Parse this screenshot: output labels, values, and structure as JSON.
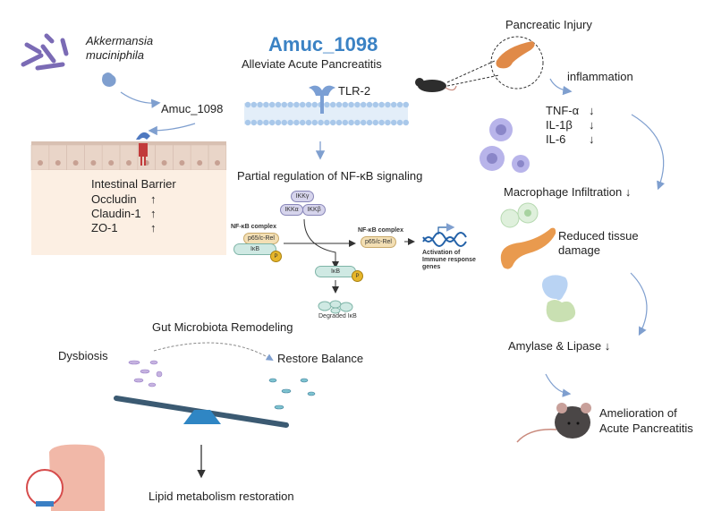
{
  "header": {
    "title": "Amuc_1098",
    "subtitle": "Alleviate Acute Pancreatitis"
  },
  "left": {
    "bacterium": "Akkermansia muciniphila",
    "bacterium_line1": "Akkermansia",
    "bacterium_line2": "muciniphila",
    "protein_label": "Amuc_1098",
    "barrier_title": "Intestinal Barrier",
    "barrier_markers": [
      {
        "name": "Occludin",
        "direction": "up"
      },
      {
        "name": "Claudin-1",
        "direction": "up"
      },
      {
        "name": "ZO-1",
        "direction": "up"
      }
    ]
  },
  "center": {
    "receptor": "TLR-2",
    "pathway_title": "Partial regulation of NF-κB signaling",
    "ikk": [
      "IKKγ",
      "IKKα",
      "IKKβ"
    ],
    "complex_label_left": "NF-κB complex",
    "complex_label_right": "NF-κB complex",
    "p65": "p65/c-Rel",
    "ikb": "IκB",
    "phospho": "P",
    "degraded": "Degraded IκB",
    "activation_line1": "Activation of",
    "activation_line2": "Immune response",
    "activation_line3": "genes"
  },
  "right": {
    "injury": "Pancreatic Injury",
    "inflammation": "inflammation",
    "cytokines": [
      {
        "name": "TNF-α",
        "direction": "down"
      },
      {
        "name": "IL-1β",
        "direction": "down"
      },
      {
        "name": "IL-6",
        "direction": "down"
      }
    ],
    "macrophage": "Macrophage Infiltration",
    "tissue_line1": "Reduced tissue",
    "tissue_line2": "damage",
    "enzymes": "Amylase  & Lipase",
    "outcome_line1": "Amelioration of",
    "outcome_line2": "Acute Pancreatitis"
  },
  "bottom": {
    "microbiota_title": "Gut Microbiota Remodeling",
    "dysbiosis": "Dysbiosis",
    "restore": "Restore Balance",
    "lipid": "Lipid metabolism restoration"
  },
  "colors": {
    "title_blue": "#3b82c4",
    "arrow_blue": "#7f9fcf",
    "bacteria_purple": "#7b6bb5",
    "pancreas_orange": "#e08a48",
    "seesaw_dark": "#3b5a72",
    "seesaw_base": "#2f86c4"
  }
}
